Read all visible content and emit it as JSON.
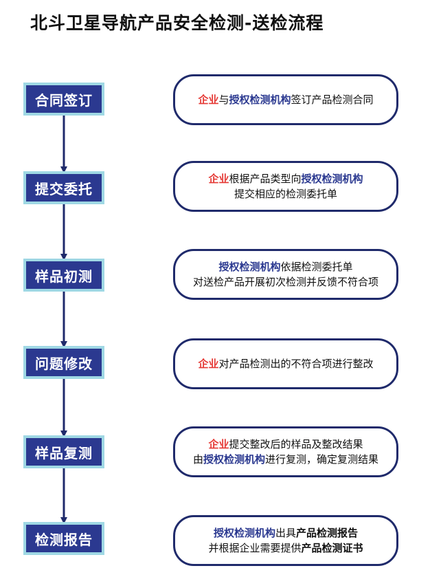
{
  "title": "北斗卫星导航产品安全检测-送检流程",
  "colors": {
    "red": "#e53935",
    "blue": "#2b3990",
    "step_fill": "#2b3990",
    "step_border": "#9fd8e4",
    "card_border": "#1f2a6b"
  },
  "steps": [
    {
      "label": "合同签订",
      "lines": [
        [
          {
            "t": "企业",
            "s": "red"
          },
          {
            "t": "与",
            "s": "n"
          },
          {
            "t": "授权检测机构",
            "s": "blue"
          },
          {
            "t": "签订产品检测合同",
            "s": "n"
          }
        ]
      ]
    },
    {
      "label": "提交委托",
      "lines": [
        [
          {
            "t": "企业",
            "s": "red"
          },
          {
            "t": "根据产品类型向",
            "s": "n"
          },
          {
            "t": "授权检测机构",
            "s": "blue"
          }
        ],
        [
          {
            "t": "提交相应的检测委托单",
            "s": "n"
          }
        ]
      ]
    },
    {
      "label": "样品初测",
      "lines": [
        [
          {
            "t": "授权检测机构",
            "s": "blue"
          },
          {
            "t": "依据检测委托单",
            "s": "n"
          }
        ],
        [
          {
            "t": "对送检产品开展初次检测并反馈不符合项",
            "s": "n"
          }
        ]
      ]
    },
    {
      "label": "问题修改",
      "lines": [
        [
          {
            "t": "企业",
            "s": "red"
          },
          {
            "t": "对产品检测出的不符合项进行整改",
            "s": "n"
          }
        ]
      ]
    },
    {
      "label": "样品复测",
      "lines": [
        [
          {
            "t": "企业",
            "s": "red"
          },
          {
            "t": "提交整改后的样品及整改结果",
            "s": "n"
          }
        ],
        [
          {
            "t": "由",
            "s": "n"
          },
          {
            "t": "授权检测机构",
            "s": "blue"
          },
          {
            "t": "进行复测，确定复测结果",
            "s": "n"
          }
        ]
      ]
    },
    {
      "label": "检测报告",
      "lines": [
        [
          {
            "t": "授权检测机构",
            "s": "blue"
          },
          {
            "t": "出具",
            "s": "n"
          },
          {
            "t": "产品检测报告",
            "s": "bold"
          }
        ],
        [
          {
            "t": "并根据企业需要提供",
            "s": "n"
          },
          {
            "t": "产品检测证书",
            "s": "bold"
          }
        ]
      ]
    }
  ]
}
